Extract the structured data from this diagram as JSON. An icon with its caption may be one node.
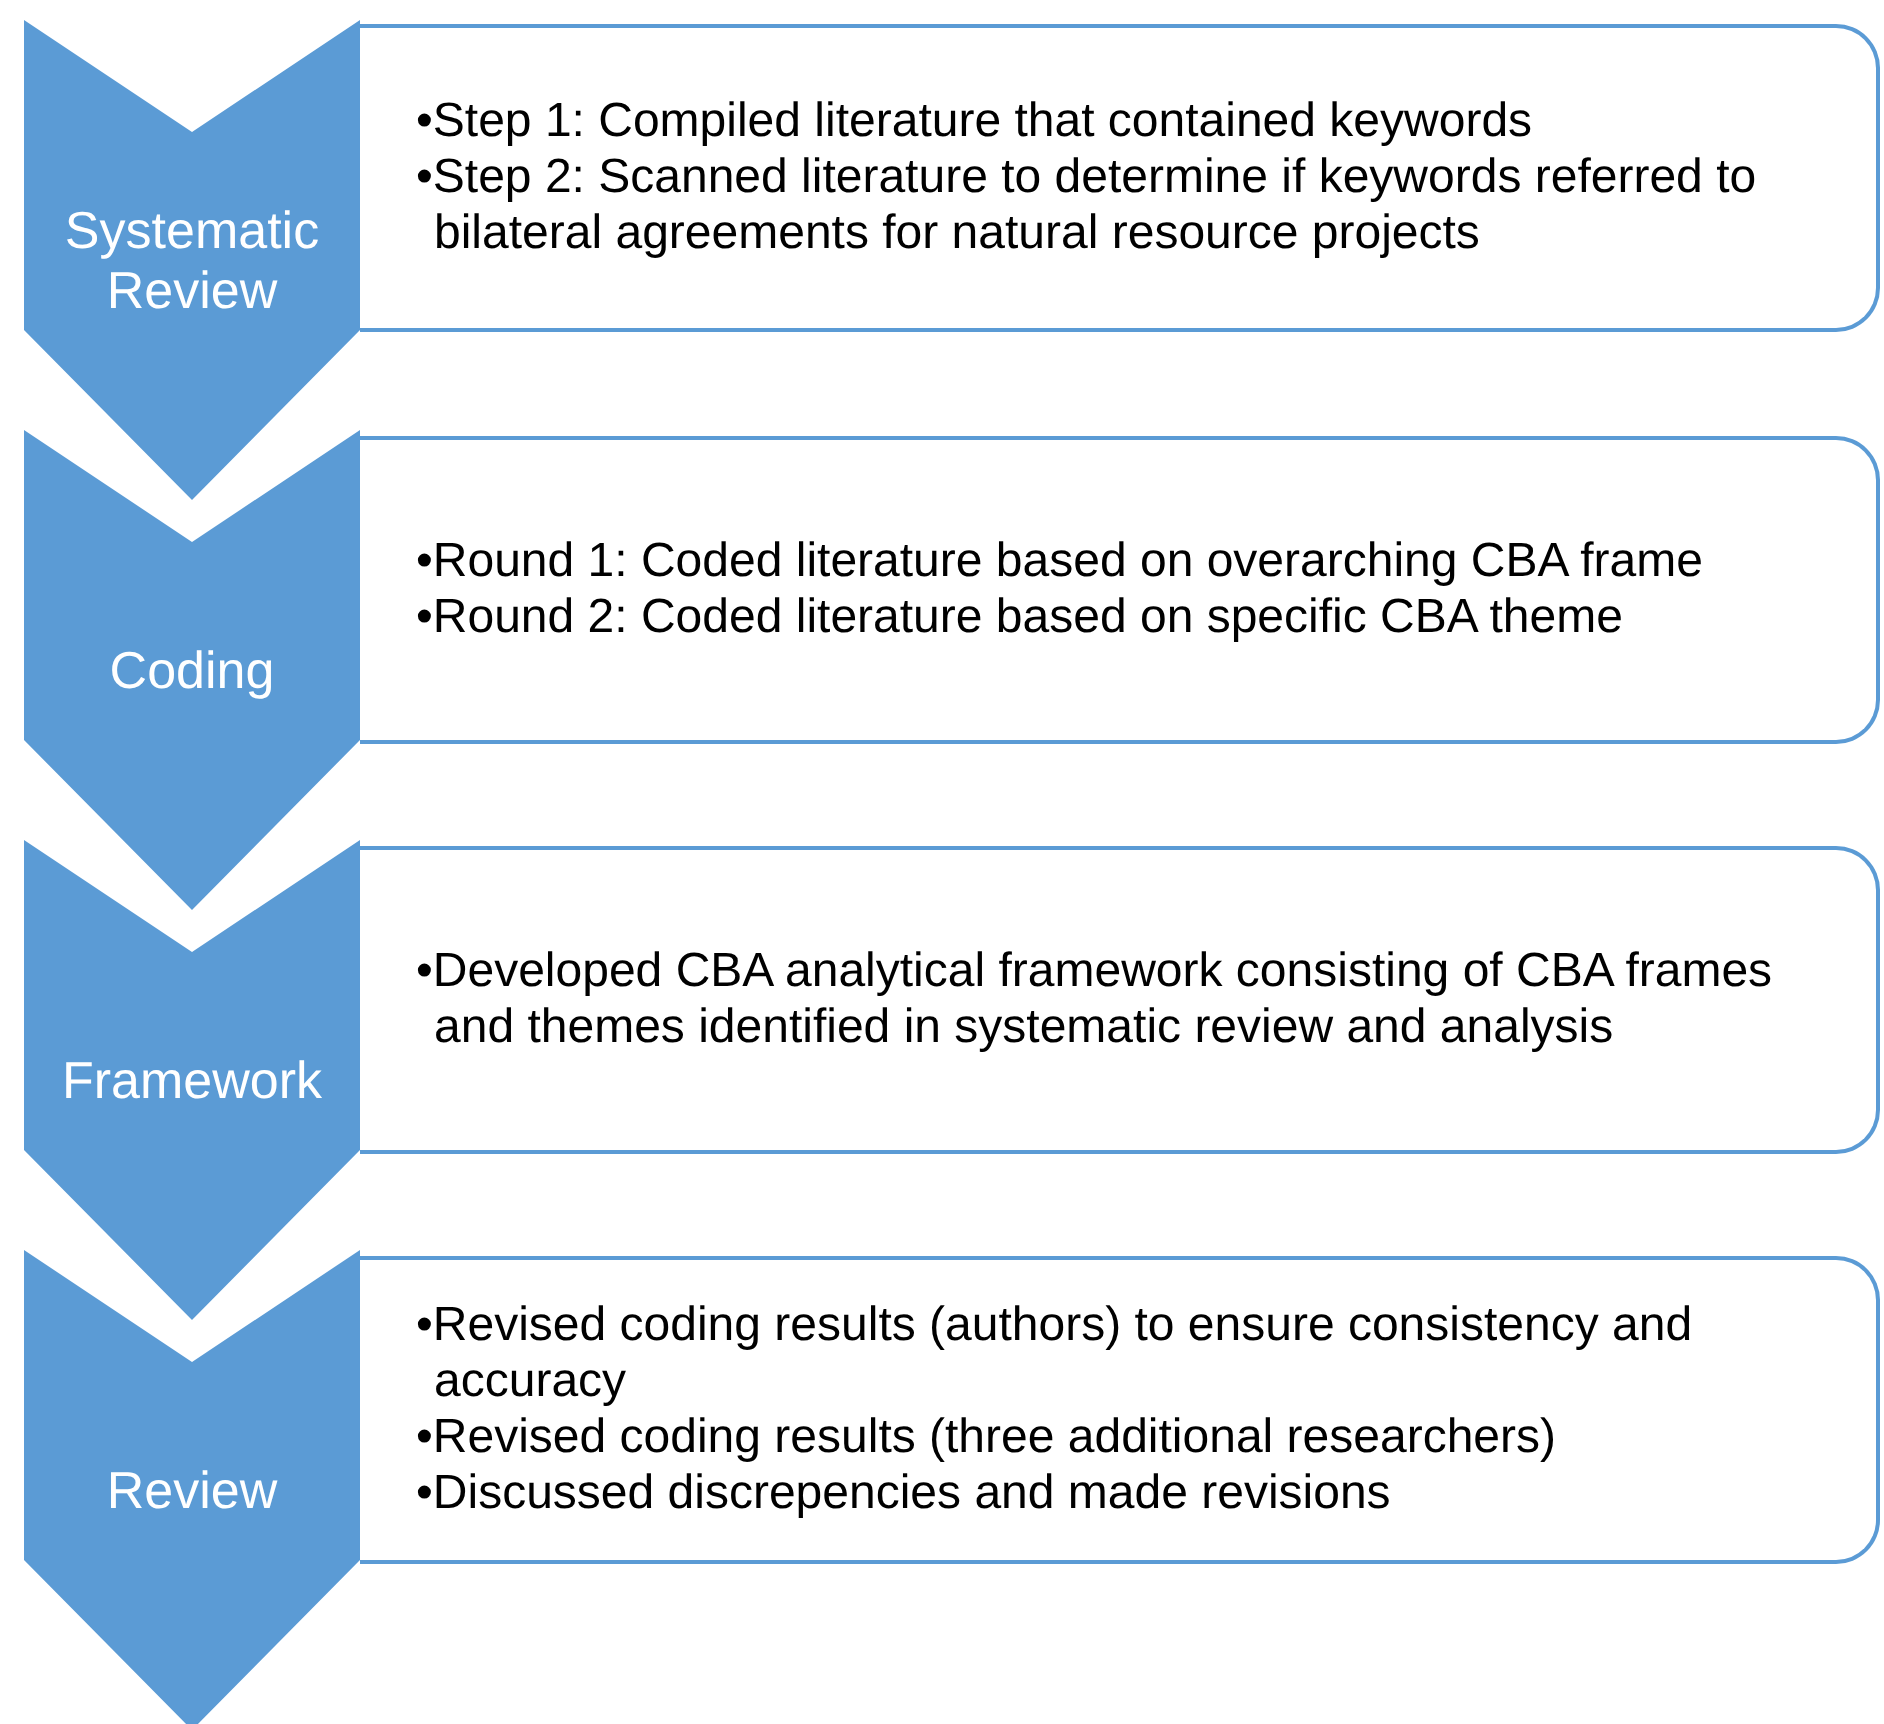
{
  "diagram": {
    "nodes": [
      {
        "text": [
          "Systematic Review"
        ]
      },
      {
        "text": [
          "•Step 1: Compiled literature that contained keywords",
          "•Step 2: Scanned literature to determine if keywords referred to bilateral agreements for natural resource projects"
        ]
      },
      {
        "text": [
          "Coding"
        ]
      },
      {
        "text": [
          "•Round 1: Coded literature based on overarching CBA frame",
          "•Round 2: Coded literature based on specific CBA theme"
        ]
      },
      {
        "text": [
          "Framework"
        ]
      },
      {
        "text": [
          "•Developed CBA analytical framework consisting of CBA frames and themes identified in systematic review and analysis"
        ]
      },
      {
        "text": [
          "Review"
        ]
      },
      {
        "text": [
          "•Revised coding results (authors) to ensure consistency and accuracy",
          "•Revised coding results (three additional researchers)",
          "•Discussed discrepencies and made revisions"
        ]
      }
    ]
  }
}
